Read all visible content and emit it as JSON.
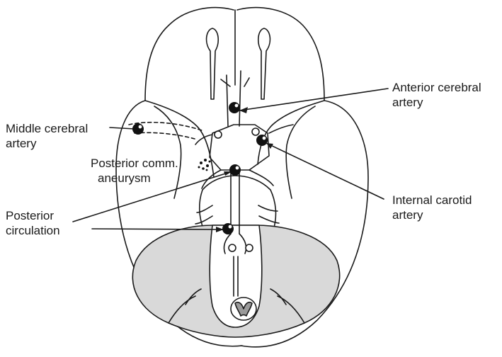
{
  "diagram": {
    "labels": {
      "anterior_cerebral": [
        "Anterior cerebral",
        "artery"
      ],
      "middle_cerebral": [
        "Middle cerebral",
        "artery"
      ],
      "posterior_comm": [
        "Posterior comm.",
        "aneurysm"
      ],
      "internal_carotid": [
        "Internal carotid",
        "artery"
      ],
      "posterior_circulation": [
        "Posterior",
        "circulation"
      ]
    },
    "colors": {
      "outline": "#1a1a1a",
      "posterior_fossa_fill": "#d9d9d9",
      "aneurysm_fill": "#111111",
      "spinal_cord_fill": "#9a9a9a"
    }
  }
}
